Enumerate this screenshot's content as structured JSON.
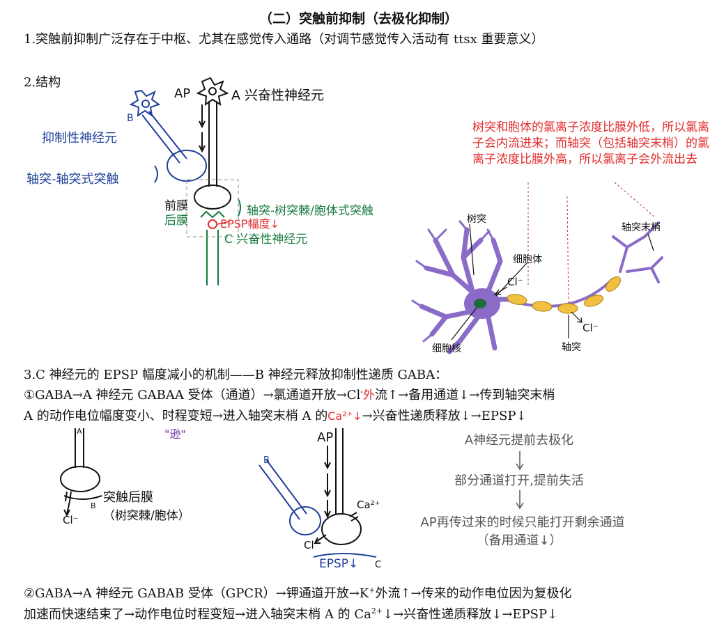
{
  "title": "（二）突触前抑制（去极化抑制）",
  "p1": "1.突触前抑制广泛存在于中枢、尤其在感觉传入通路（对调节感觉传入活动有 ttsx 重要意义）",
  "p2": "2.结构",
  "diagram1": {
    "ap": "AP",
    "a_neuron": "A 兴奋性神经元",
    "b": "B",
    "inhib": "抑制性神经元",
    "axo_axonic": "轴突-轴突式突触",
    "pre": "前膜",
    "post": "后膜",
    "axo_dendritic": "轴突-树突棘/胞体式突触",
    "epsp": "EPSP幅度↓",
    "c_neuron": "C 兴奋性神经元"
  },
  "note": "树突和胞体的氯离子浓度比膜外低，所以氯离子会内流进来；而轴突（包括轴突末梢）的氯离子浓度比膜外高，所以氯离子会外流出去",
  "neuron_img": {
    "dendrite": "树突",
    "soma": "细胞体",
    "axon_terminal": "轴突末梢",
    "cl1": "Cl⁻",
    "cl2": "Cl⁻",
    "nucleus": "细胞核",
    "axon": "轴突"
  },
  "p3": "3.C 神经元的 EPSP 幅度减小的机制——B 神经元释放抑制性递质 GABA：",
  "p4a": "①GABA→A 神经元 GABAA 受体（通道）→氯通道开放→Cl",
  "p4b": "-",
  "p4c": "外",
  "p4d": "流↑→备用通道↓→传到轴突末梢",
  "p5a": "A 的动作电位幅度变小、时程变短→进入轴突末梢 A 的",
  "p5b": "Ca²⁺↓",
  "p5c": "→兴奋性递质释放↓→EPSP↓",
  "diagram2": {
    "a": "A",
    "out": "\"逊\"",
    "b": "B",
    "post": "突触后膜",
    "post2": "（树突棘/胞体）",
    "cl": "Cl⁻"
  },
  "diagram3": {
    "ap": "AP",
    "b": "B",
    "ca": "Ca²⁺",
    "cl": "Cl⁻",
    "epsp": "EPSP↓",
    "c": "C"
  },
  "flow": {
    "s1": "A神经元提前去极化",
    "s2": "部分通道打开,提前失活",
    "s3": "AP再传过来的时候只能打开剩余通道",
    "s4": "（备用通道↓）"
  },
  "p6a": "②GABA→A 神经元 GABAB 受体（GPCR）→钾通道开放→K",
  "p6b": "+",
  "p6c": "外流↑→传来的动作电位因为复极化",
  "p7a": "加速而快速结束了→动作电位时程变短→进入轴突末梢 A 的 Ca",
  "p7b": "2+",
  "p7c": "↓→兴奋性递质释放↓→EPSP↓"
}
